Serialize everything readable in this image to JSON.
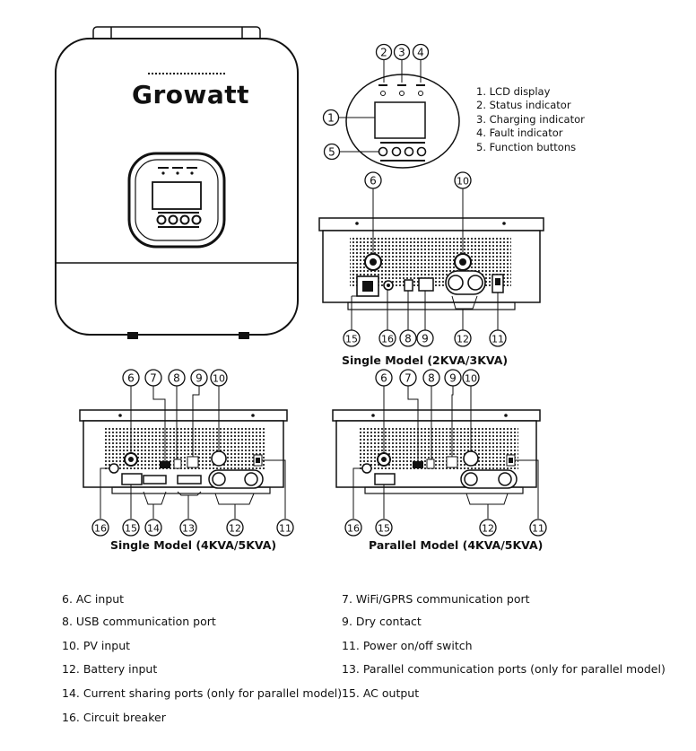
{
  "brand": {
    "name": "Growatt",
    "tagline": ""
  },
  "front_panel_legend": [
    "1. LCD display",
    "2. Status indicator",
    "3. Charging indicator",
    "4. Fault indicator",
    "5. Function buttons"
  ],
  "front_callouts": [
    "1",
    "2",
    "3",
    "4",
    "5"
  ],
  "rear_views": [
    {
      "caption": "Single Model (2KVA/3KVA)",
      "top_callouts": [
        "6",
        "10"
      ],
      "bottom_callouts": [
        "15",
        "16",
        "8",
        "9",
        "12",
        "11"
      ]
    },
    {
      "caption": "Single Model (4KVA/5KVA)",
      "top_callouts": [
        "6",
        "7",
        "8",
        "9",
        "10"
      ],
      "bottom_callouts": [
        "16",
        "15",
        "14",
        "13",
        "12",
        "11"
      ]
    },
    {
      "caption": "Parallel Model (4KVA/5KVA)",
      "top_callouts": [
        "6",
        "7",
        "8",
        "9",
        "10"
      ],
      "bottom_callouts": [
        "16",
        "15",
        "12",
        "11"
      ]
    }
  ],
  "parts_list": {
    "left": [
      "6. AC input",
      "8. USB communication port",
      "10. PV input",
      "12. Battery input",
      "14. Current sharing ports (only for parallel model)",
      "16. Circuit breaker"
    ],
    "right": [
      "7. WiFi/GPRS communication port",
      "9. Dry contact",
      "11. Power on/off switch",
      "13. Parallel communication ports (only for parallel model)",
      "15. AC output"
    ]
  }
}
